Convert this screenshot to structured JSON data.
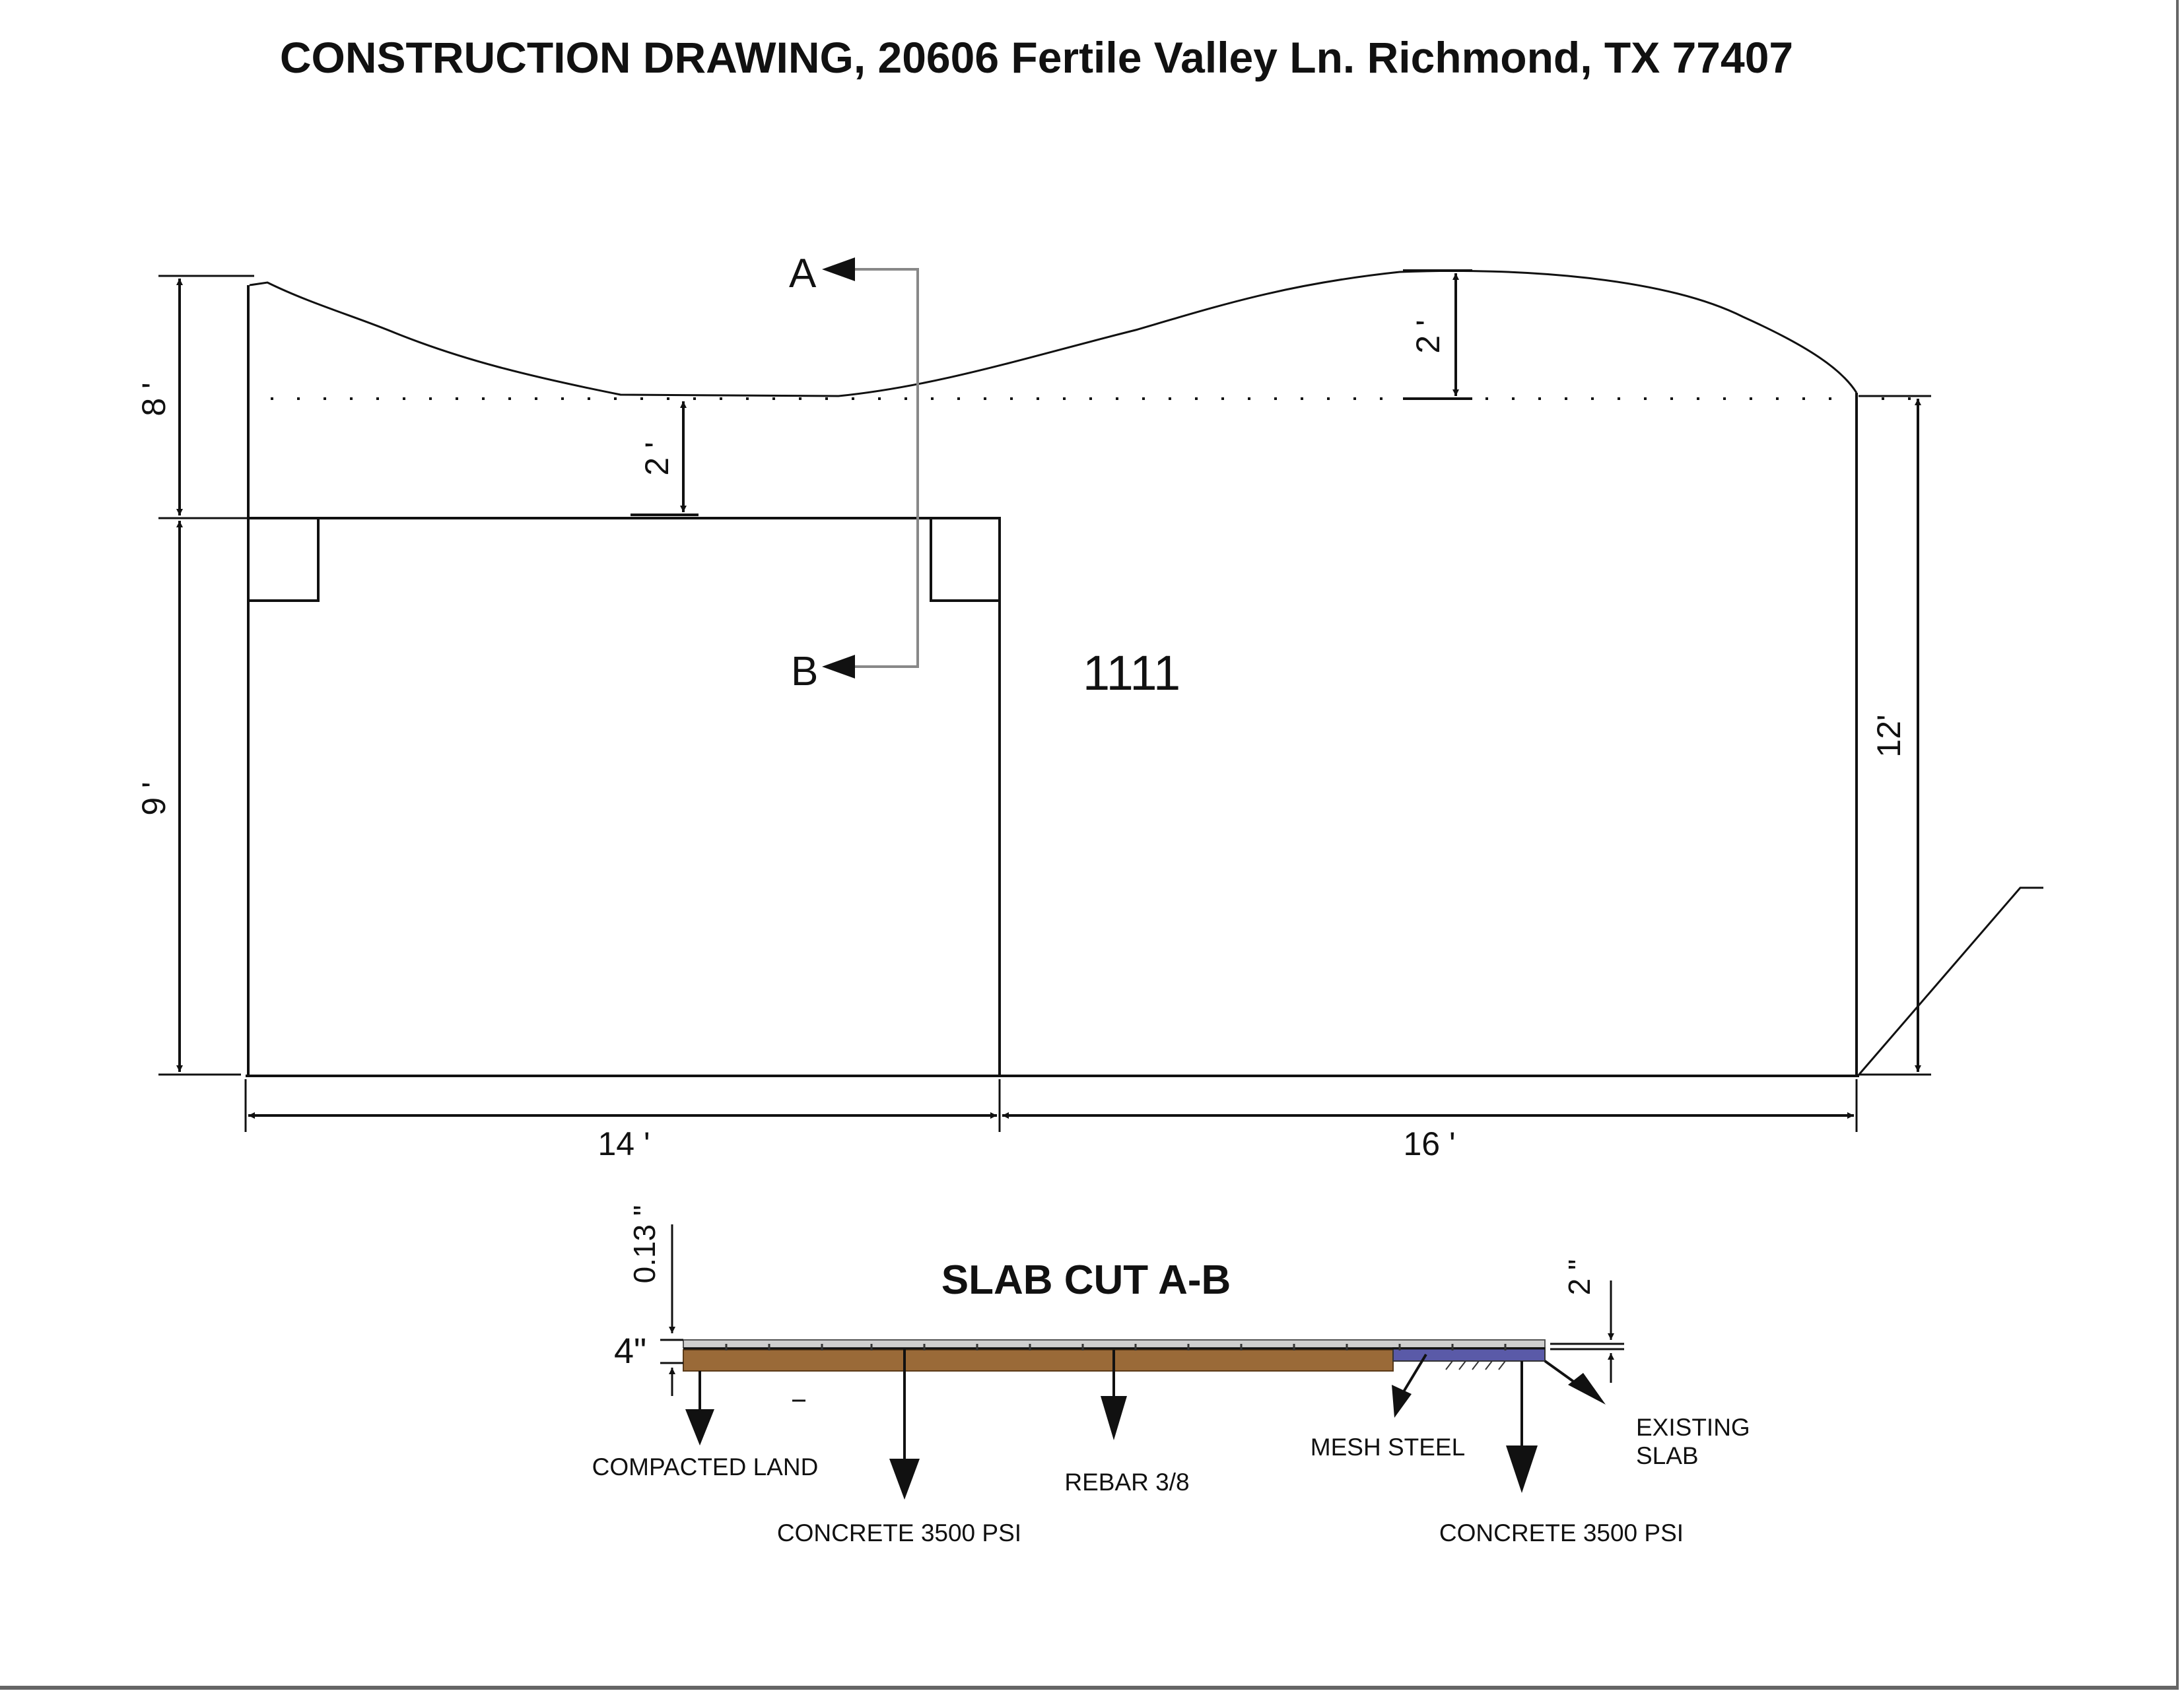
{
  "title": "CONSTRUCTION DRAWING, 20606 Fertile Valley Ln. Richmond, TX 77407",
  "dimensions": {
    "left_top_height": "8 '",
    "left_bottom_height": "9 '",
    "right_height": "12'",
    "curve_peak_offset": "2 '",
    "curve_dip_offset": "2 '",
    "bottom_left_width": "14 '",
    "bottom_right_width": "16 '"
  },
  "section_markers": {
    "a": "A",
    "b": "B"
  },
  "room_number": "1111",
  "slab_cut": {
    "title": "SLAB CUT A-B",
    "top_thickness": "0.13 \"",
    "slab_thickness": "4\"",
    "existing_slab_thickness": "2 \"",
    "labels": {
      "compacted_land": "COMPACTED LAND",
      "concrete_left": "CONCRETE 3500 PSI",
      "rebar": "REBAR 3/8",
      "mesh_steel": "MESH STEEL",
      "concrete_right": "CONCRETE 3500 PSI",
      "existing_slab_line1": "EXISTING",
      "existing_slab_line2": "SLAB"
    },
    "colors": {
      "concrete": "#9a6a38",
      "existing_slab": "#5a5aa8"
    }
  }
}
